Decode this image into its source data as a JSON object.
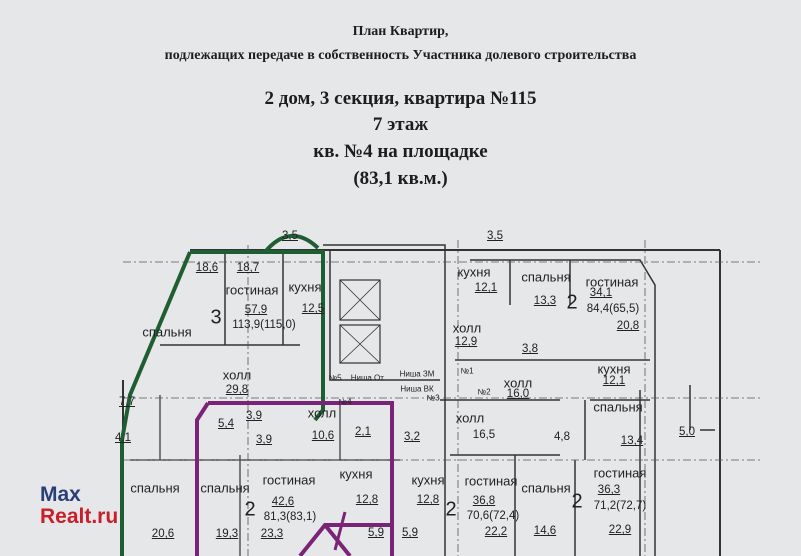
{
  "header": {
    "line1": "План Квартир,",
    "line2": "подлежащих передаче в собственность Участника долевого строительства",
    "line3": "2 дом, 3 секция, квартира №115",
    "line4": "7 этаж",
    "line5": "кв. №4 на площадке",
    "line6": "(83,1 кв.м.)"
  },
  "plan": {
    "rooms": [
      {
        "t": "3,5"
      },
      {
        "t": "18,6"
      },
      {
        "t": "18,7"
      },
      {
        "t": "гостиная"
      },
      {
        "t": "кухня"
      },
      {
        "t": "3"
      },
      {
        "t": "57,9"
      },
      {
        "t": "113,9(115,0)"
      },
      {
        "t": "12,5"
      },
      {
        "t": "спальня"
      },
      {
        "t": "холл"
      },
      {
        "t": "29,8"
      },
      {
        "t": "7,7"
      },
      {
        "t": "4,1"
      },
      {
        "t": "3,9"
      },
      {
        "t": "5,4"
      },
      {
        "t": "3,9"
      },
      {
        "t": "холл"
      },
      {
        "t": "10,6"
      },
      {
        "t": "2,1"
      },
      {
        "t": "3,2"
      },
      {
        "t": "спальня"
      },
      {
        "t": "спальня"
      },
      {
        "t": "гостиная"
      },
      {
        "t": "кухня"
      },
      {
        "t": "кухня"
      },
      {
        "t": "2"
      },
      {
        "t": "42,6"
      },
      {
        "t": "81,3(83,1)"
      },
      {
        "t": "12,8"
      },
      {
        "t": "12,8"
      },
      {
        "t": "20,6"
      },
      {
        "t": "19,3"
      },
      {
        "t": "23,3"
      },
      {
        "t": "5,9"
      },
      {
        "t": "5,9"
      },
      {
        "t": "3,5"
      },
      {
        "t": "кухня"
      },
      {
        "t": "12,1"
      },
      {
        "t": "спальня"
      },
      {
        "t": "13,3"
      },
      {
        "t": "гостиная"
      },
      {
        "t": "2"
      },
      {
        "t": "34,1"
      },
      {
        "t": "84,4(65,5)"
      },
      {
        "t": "20,8"
      },
      {
        "t": "холл"
      },
      {
        "t": "12,9"
      },
      {
        "t": "3,8"
      },
      {
        "t": "кухня"
      },
      {
        "t": "12,1"
      },
      {
        "t": "холл"
      },
      {
        "t": "16,0"
      },
      {
        "t": "№1"
      },
      {
        "t": "№2"
      },
      {
        "t": "№3"
      },
      {
        "t": "№4"
      },
      {
        "t": "№5"
      },
      {
        "t": "Ниша От."
      },
      {
        "t": "Ниша ЗМ"
      },
      {
        "t": "Ниша ВК"
      },
      {
        "t": "спальня"
      },
      {
        "t": "13,4"
      },
      {
        "t": "5,0"
      },
      {
        "t": "холл"
      },
      {
        "t": "16,5"
      },
      {
        "t": "4,8"
      },
      {
        "t": "гостиная"
      },
      {
        "t": "2"
      },
      {
        "t": "36,8"
      },
      {
        "t": "70,6(72,4)"
      },
      {
        "t": "22,2"
      },
      {
        "t": "спальня"
      },
      {
        "t": "14,6"
      },
      {
        "t": "гостиная"
      },
      {
        "t": "2"
      },
      {
        "t": "36,3"
      },
      {
        "t": "71,2(72,7)"
      },
      {
        "t": "22,9"
      }
    ]
  },
  "watermark": {
    "line1": "Max",
    "line2": "Realt.ru"
  },
  "colors": {
    "green": "#1f5e32",
    "purple": "#7a2477",
    "watermark_blue": "#2a3f7a",
    "watermark_red": "#c8202a"
  }
}
